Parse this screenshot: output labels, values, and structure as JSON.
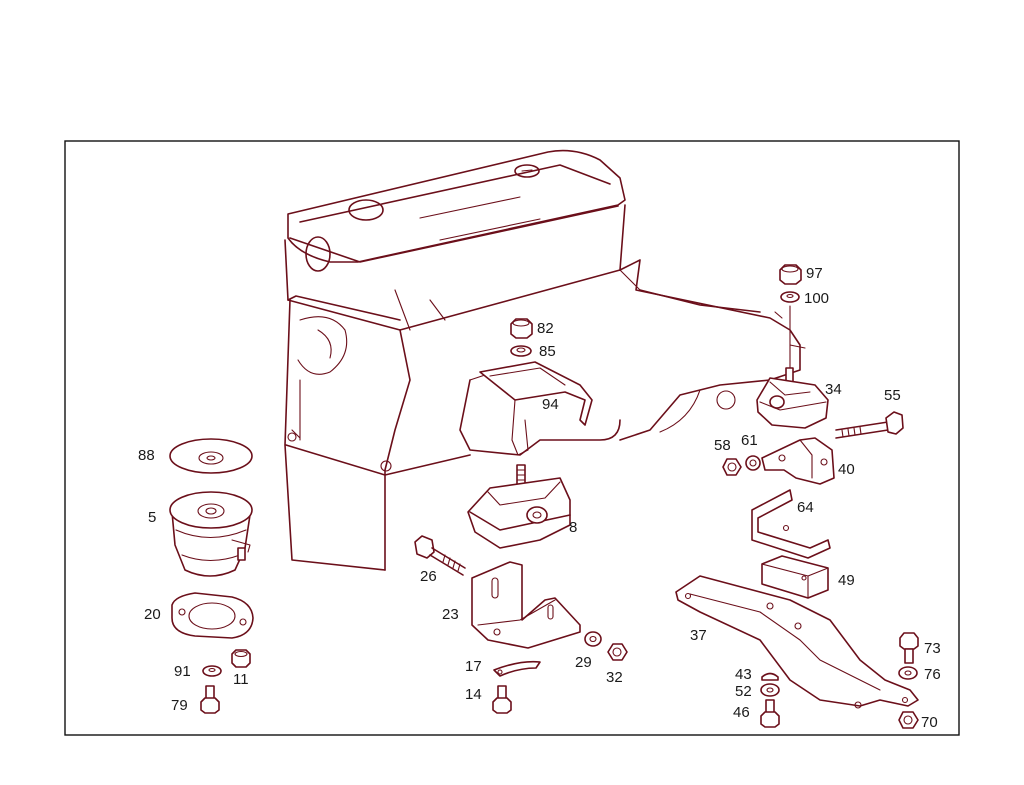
{
  "diagram": {
    "colors": {
      "line": "#6b0f1a",
      "text": "#1a1a1a",
      "frame": "#111111",
      "background": "#ffffff"
    },
    "callouts": [
      "97",
      "100",
      "82",
      "85",
      "94",
      "34",
      "55",
      "58",
      "61",
      "40",
      "88",
      "5",
      "8",
      "64",
      "26",
      "49",
      "20",
      "23",
      "37",
      "73",
      "17",
      "29",
      "32",
      "43",
      "76",
      "91",
      "11",
      "52",
      "14",
      "79",
      "46",
      "70"
    ]
  }
}
